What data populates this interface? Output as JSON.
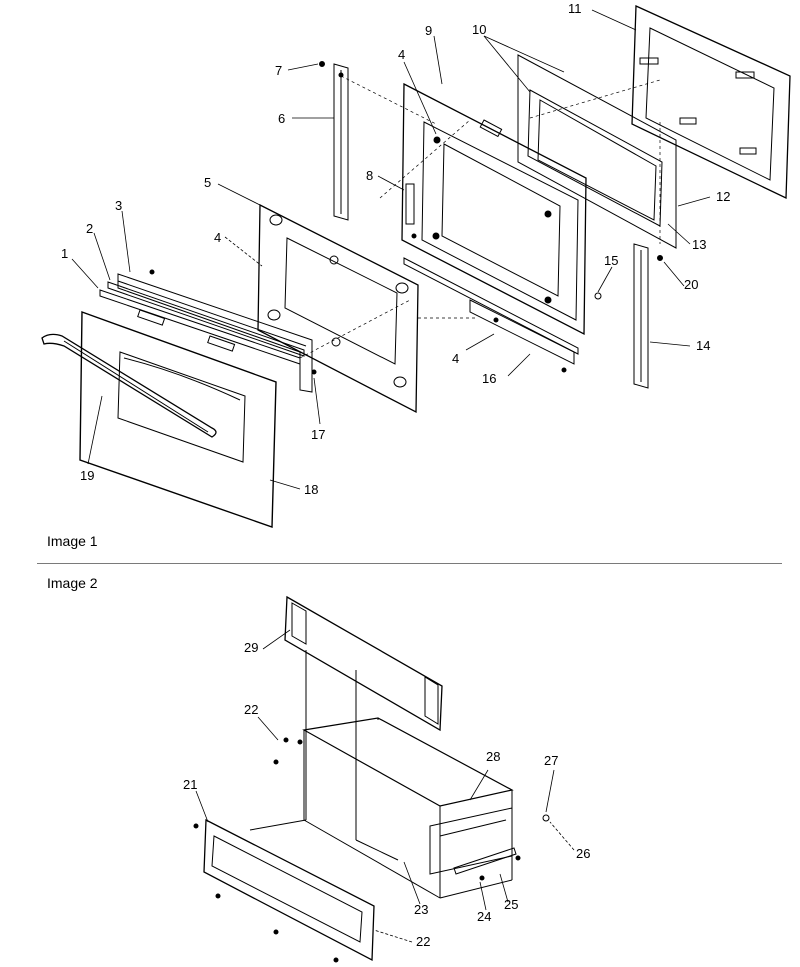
{
  "captions": {
    "image1": "Image 1",
    "image2": "Image 2"
  },
  "callouts_image1": [
    "1",
    "2",
    "3",
    "4",
    "5",
    "6",
    "7",
    "8",
    "9",
    "4",
    "10",
    "11",
    "12",
    "13",
    "20",
    "15",
    "14",
    "16",
    "4",
    "17",
    "18",
    "19"
  ],
  "callouts_image2": [
    "29",
    "22",
    "21",
    "28",
    "27",
    "26",
    "23",
    "24",
    "25",
    "22"
  ],
  "colors": {
    "line": "#000000",
    "divider": "#7a7a7a"
  }
}
